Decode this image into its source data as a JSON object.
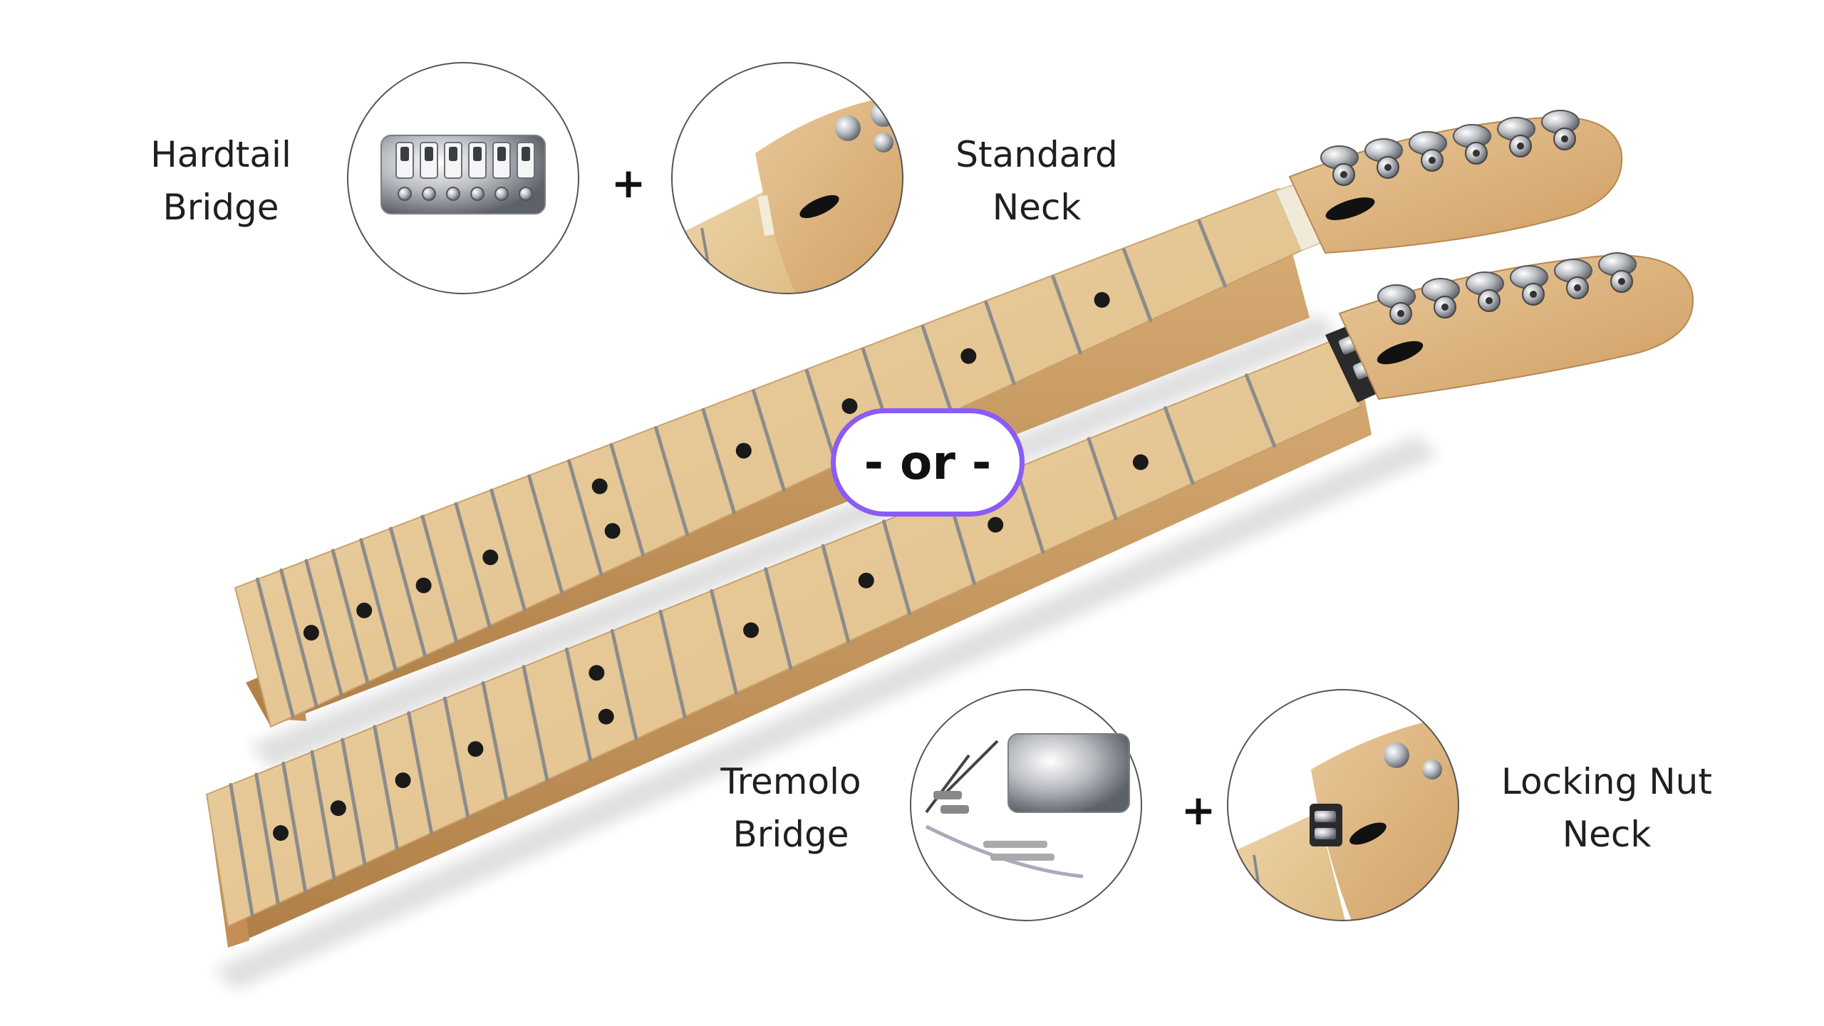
{
  "top_left": {
    "label_line1": "Hardtail",
    "label_line2": "Bridge",
    "plus": "+",
    "label2_line1": "Standard",
    "label2_line2": "Neck"
  },
  "bottom_right": {
    "label_line1": "Tremolo",
    "label_line2": "Bridge",
    "plus": "+",
    "label2_line1": "Locking Nut",
    "label2_line2": "Neck"
  },
  "separator": {
    "text": "- or -"
  },
  "colors": {
    "maple": "#e6c89a",
    "maple_dark": "#c99d62",
    "fret": "#8f8f8f",
    "dot": "#1a1a1a",
    "accent": "#8a5cf6",
    "circle_border": "#4a4a4a"
  }
}
